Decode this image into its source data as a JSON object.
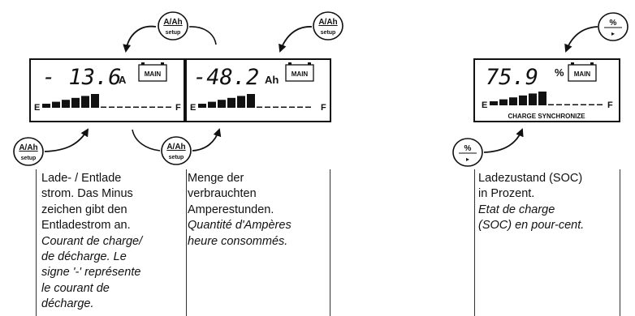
{
  "buttons": {
    "a_ah_top": "A/Ah",
    "a_ah_bottom": "setup",
    "pct_top": "%",
    "pct_bottom": "▸"
  },
  "displays": [
    {
      "value": "- 13.6",
      "unit": "A",
      "main": "MAIN",
      "left": "E",
      "right": "F",
      "bar_level": 6,
      "footer": ""
    },
    {
      "value": "-48.2",
      "unit": "Ah",
      "main": "MAIN",
      "left": "E",
      "right": "F",
      "bar_level": 6,
      "footer": ""
    },
    {
      "value": "75.9",
      "unit": "%",
      "main": "MAIN",
      "left": "E",
      "right": "F",
      "bar_level": 6,
      "footer": "CHARGE SYNCHRONIZE"
    }
  ],
  "descriptions": {
    "current": {
      "de": [
        "Lade- / Entlade",
        "strom. Das Minus",
        "zeichen gibt den",
        "Entladestrom an."
      ],
      "fr": [
        "Courant de charge/",
        "de décharge. Le",
        "signe '-' représente",
        "le courant de",
        "décharge."
      ]
    },
    "amphours": {
      "de": [
        "Menge der",
        "verbrauchten",
        "Amperestunden."
      ],
      "fr": [
        "Quantité d'Ampères",
        "heure consommés."
      ]
    },
    "soc": {
      "de": [
        "Ladezustand (SOC)",
        "in Prozent."
      ],
      "fr": [
        "Etat de charge",
        "(SOC) en pour-cent."
      ]
    }
  }
}
